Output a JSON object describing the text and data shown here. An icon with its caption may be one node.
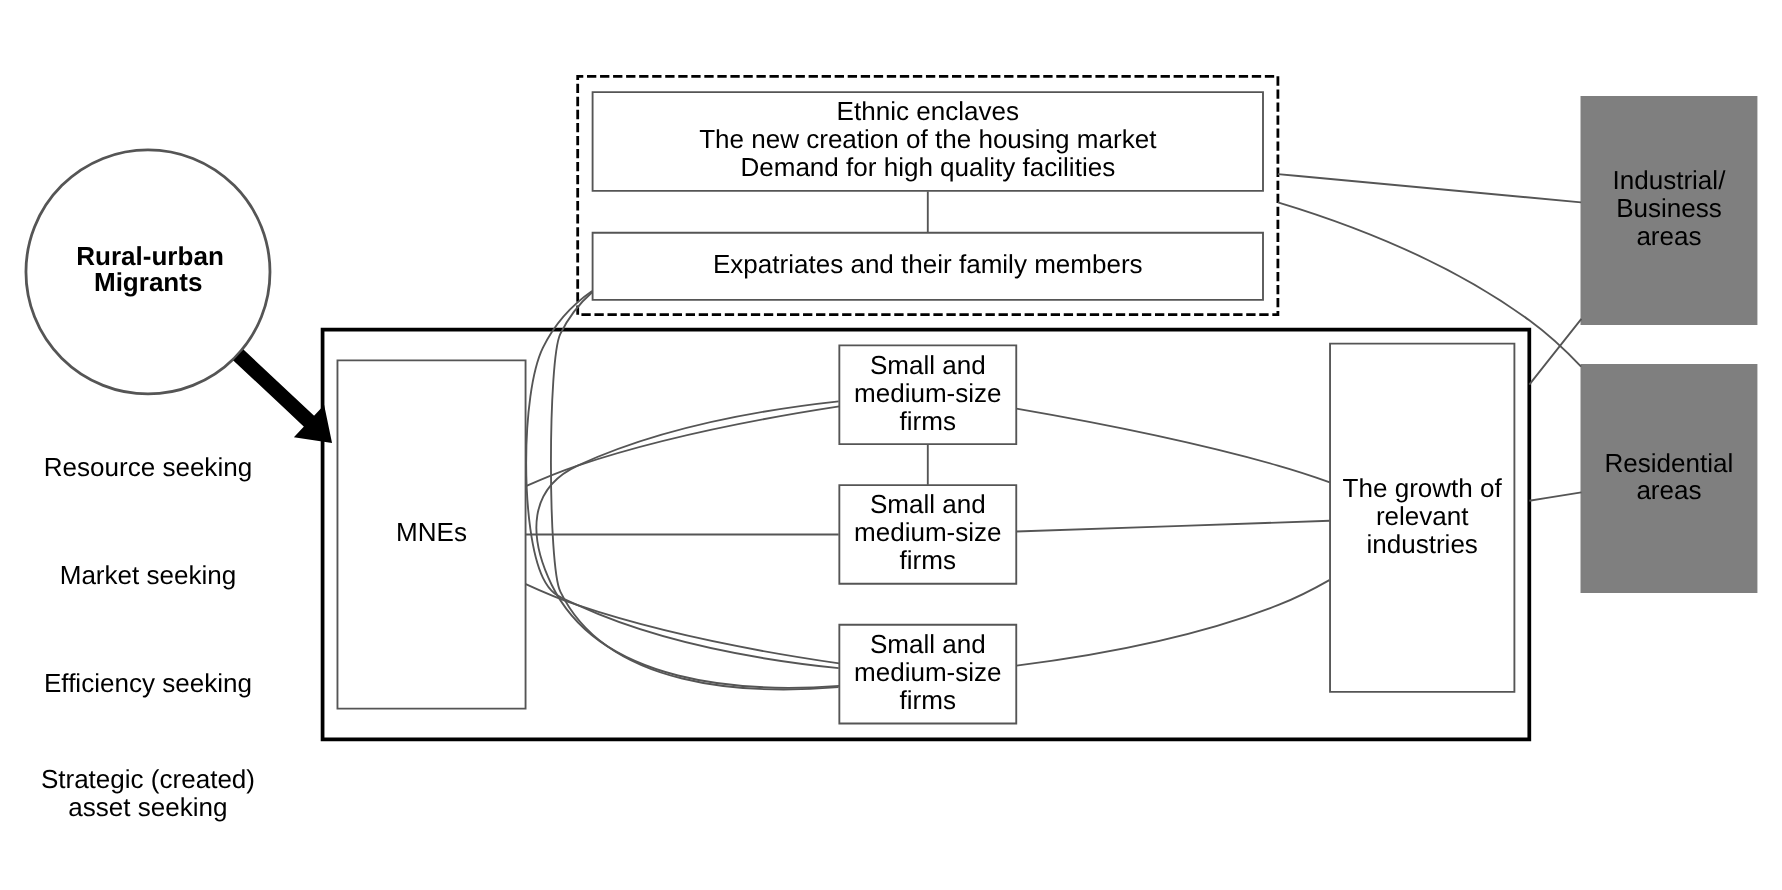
{
  "diagram": {
    "nodes": [
      {
        "text": [],
        "shape": "box"
      },
      {
        "text": [
          "MNEs"
        ],
        "in": 0
      },
      {
        "text": [
          "Small and medium-size firms"
        ],
        "in": 0
      },
      {
        "text": [
          "Small and medium-size firms"
        ],
        "in": 0
      },
      {
        "text": [
          "Small and medium-size firms"
        ],
        "in": 0
      },
      {
        "text": [
          "The growth of relevant industries"
        ],
        "in": 0
      },
      {
        "text": [],
        "shape": "box"
      },
      {
        "text": [
          "Expatriates and their family members"
        ],
        "in": 6
      },
      {
        "text": [
          "Ethnic enclaves",
          "The new creation of the housing market",
          "Demand for high quality facilities"
        ],
        "in": 6
      },
      {
        "text": [
          "Industrial/ Business areas"
        ]
      },
      {
        "text": [
          "Residential areas"
        ]
      },
      {
        "text": [
          "Rural-urban Migrants"
        ]
      }
    ],
    "edges": [
      {
        "from": 11,
        "to": 0,
        "arrow": "to",
        "style": "thick"
      },
      {
        "from": 1,
        "to": 2,
        "arrow": "none"
      },
      {
        "from": 1,
        "to": 3,
        "arrow": "none"
      },
      {
        "from": 1,
        "to": 4,
        "arrow": "none"
      },
      {
        "from": 2,
        "to": 3,
        "arrow": "none"
      },
      {
        "from": 3,
        "to": 4,
        "arrow": "none"
      },
      {
        "from": 2,
        "to": 5,
        "arrow": "none"
      },
      {
        "from": 3,
        "to": 5,
        "arrow": "none"
      },
      {
        "from": 4,
        "to": 5,
        "arrow": "none"
      },
      {
        "from": 0,
        "to": 6,
        "arrow": "none"
      },
      {
        "from": 7,
        "to": 8,
        "arrow": "none"
      },
      {
        "from": 0,
        "to": 9,
        "arrow": "none"
      },
      {
        "from": 0,
        "to": 10,
        "arrow": "none"
      },
      {
        "from": 6,
        "to": 9,
        "arrow": "none"
      },
      {
        "from": 6,
        "to": 10,
        "arrow": "none"
      }
    ],
    "labels": [
      "Resource seeking",
      "Market seeking",
      "Efficiency seeking",
      "Strategic (created) asset seeking"
    ]
  }
}
